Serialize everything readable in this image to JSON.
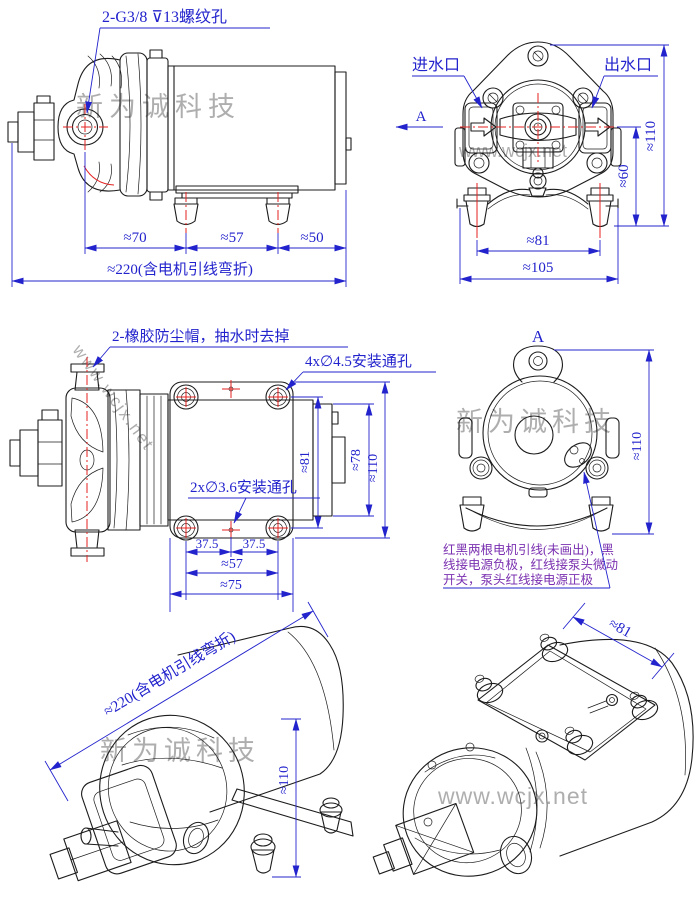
{
  "watermarks": {
    "brand": "新为诚科技",
    "site": "www.wcjx.net"
  },
  "colors": {
    "outline": "#1c1c1c",
    "dimension": "#2323cd",
    "centerline": "#e42222",
    "note": "#7a30b0",
    "watermark": "#9b9b9b",
    "background": "#ffffff"
  },
  "views": {
    "side": {
      "thread_callout": "2-G3/8 ⊽13螺纹孔",
      "dim_70": "≈70",
      "dim_57": "≈57",
      "dim_50": "≈50",
      "dim_220": "≈220(含电机引线弯折)"
    },
    "front": {
      "inlet_label": "进水口",
      "outlet_label": "出水口",
      "section_arrow_label": "A",
      "dim_110": "≈110",
      "dim_60": "≈60",
      "dim_81": "≈81",
      "dim_105": "≈105"
    },
    "top": {
      "caps_callout": "2-橡胶防尘帽，抽水时去掉",
      "holes4_callout": "4x∅4.5安装通孔",
      "holes2_callout": "2x∅3.6安装通孔",
      "dim_37a": "37.5",
      "dim_37b": "37.5",
      "dim_57": "≈57",
      "dim_75": "≈75",
      "dim_81": "≈81",
      "dim_78": "≈78",
      "dim_110": "≈110"
    },
    "section_a": {
      "view_label": "A",
      "dim_110": "≈110",
      "note_line1": "红黑两根电机引线(未画出)，黑",
      "note_line2": "线接电源负极，红线接泵头微动",
      "note_line3": "开关，泵头红线接电源正极"
    },
    "iso_left": {
      "dim_220": "≈220(含电机引线弯折)",
      "dim_110": "≈110"
    },
    "iso_right": {
      "dim_81": "≈81"
    }
  }
}
